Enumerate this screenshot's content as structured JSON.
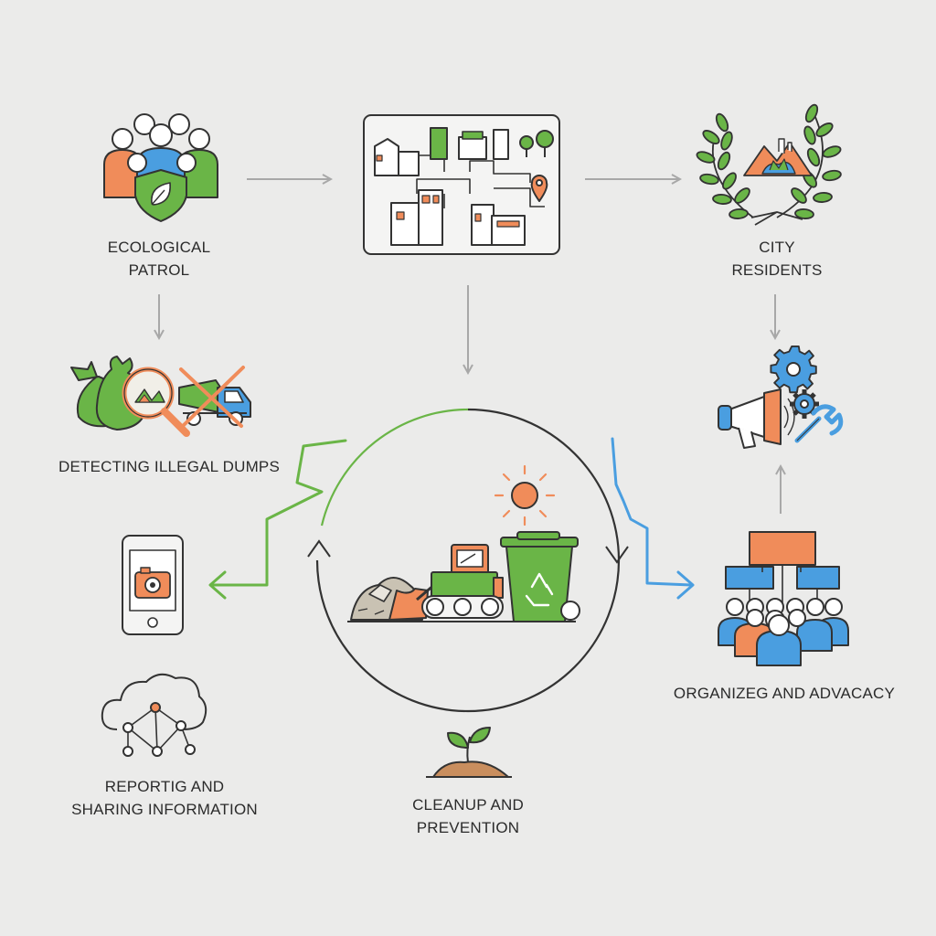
{
  "colors": {
    "background": "#ebebea",
    "ink": "#333333",
    "green": "#6ab547",
    "orange": "#f08c5a",
    "blue": "#4a9ee0",
    "arrow_gray": "#a8a8a8"
  },
  "nodes": {
    "ecological_patrol": {
      "line1": "ECOLOGICAL",
      "line2": "PATROL",
      "icon": "patrol-group-shield-leaf-icon"
    },
    "city_map": {
      "icon": "city-map-icon"
    },
    "city_residents": {
      "line1": "CITY",
      "line2": "RESIDENTS",
      "icon": "laurel-wreath-landscape-icon"
    },
    "detecting_dumps": {
      "line1": "DETECTING ILLEGAL DUMPS",
      "icon": "garbage-magnifier-truck-icon"
    },
    "smartphone": {
      "icon": "smartphone-camera-icon"
    },
    "cleanup_cycle": {
      "icon": "bulldozer-recycle-bin-icon"
    },
    "advocacy_tools": {
      "icon": "megaphone-gears-icon"
    },
    "organizing": {
      "line1": "ORGANIZEG AND ADVACACY",
      "icon": "people-network-icon"
    },
    "reporting": {
      "line1": "REPORTIG AND",
      "line2": "SHARING INFORMATION",
      "icon": "cloud-network-icon"
    },
    "cleanup_prevention": {
      "line1": "CLEANUP AND",
      "line2": "PREVENTION",
      "icon": "sprout-icon"
    }
  }
}
